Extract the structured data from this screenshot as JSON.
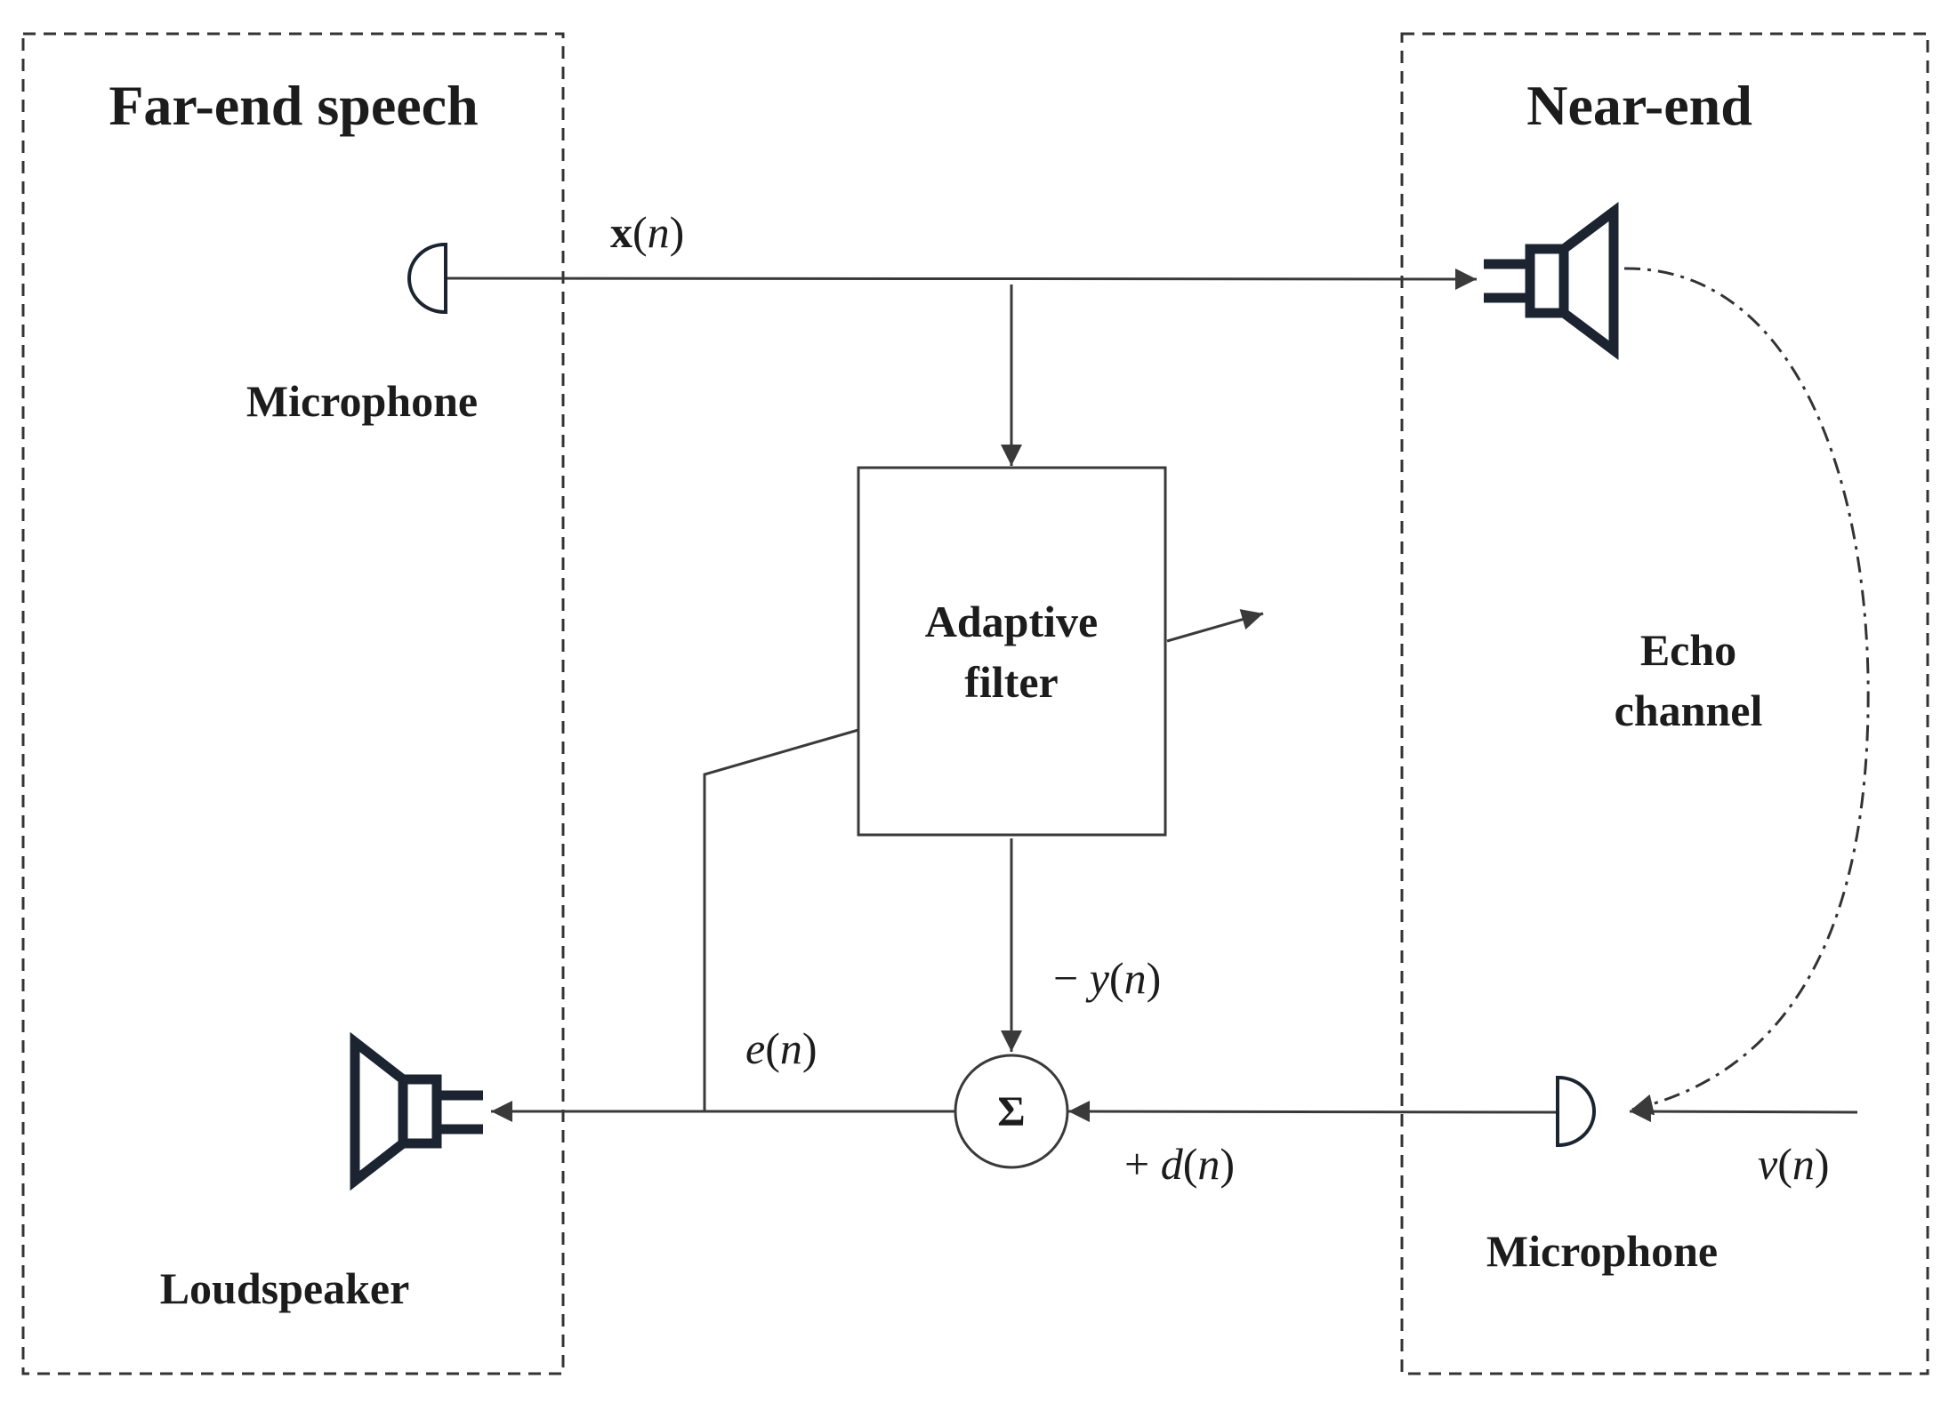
{
  "regions": {
    "far_end": {
      "title": "Far-end speech"
    },
    "near_end": {
      "title": "Near-end"
    }
  },
  "devices": {
    "far_microphone": "Microphone",
    "far_loudspeaker": "Loudspeaker",
    "near_microphone": "Microphone"
  },
  "blocks": {
    "adaptive_filter": {
      "line1": "Adaptive",
      "line2": "filter"
    },
    "summer": "Σ",
    "echo_channel": {
      "line1": "Echo",
      "line2": "channel"
    }
  },
  "signals": {
    "x": {
      "fn": "x",
      "open": "(",
      "var": "n",
      "close": ")"
    },
    "y": {
      "prefix": "− ",
      "fn": "y",
      "open": "(",
      "var": "n",
      "close": ")"
    },
    "e": {
      "fn": "e",
      "open": "(",
      "var": "n",
      "close": ")"
    },
    "d": {
      "prefix": "+ ",
      "fn": "d",
      "open": "(",
      "var": "n",
      "close": ")"
    },
    "v": {
      "fn": "v",
      "open": "(",
      "var": "n",
      "close": ")"
    }
  },
  "colors": {
    "line": "#3a3a3a",
    "device": "#1b2430",
    "text": "#1c1c1c"
  }
}
